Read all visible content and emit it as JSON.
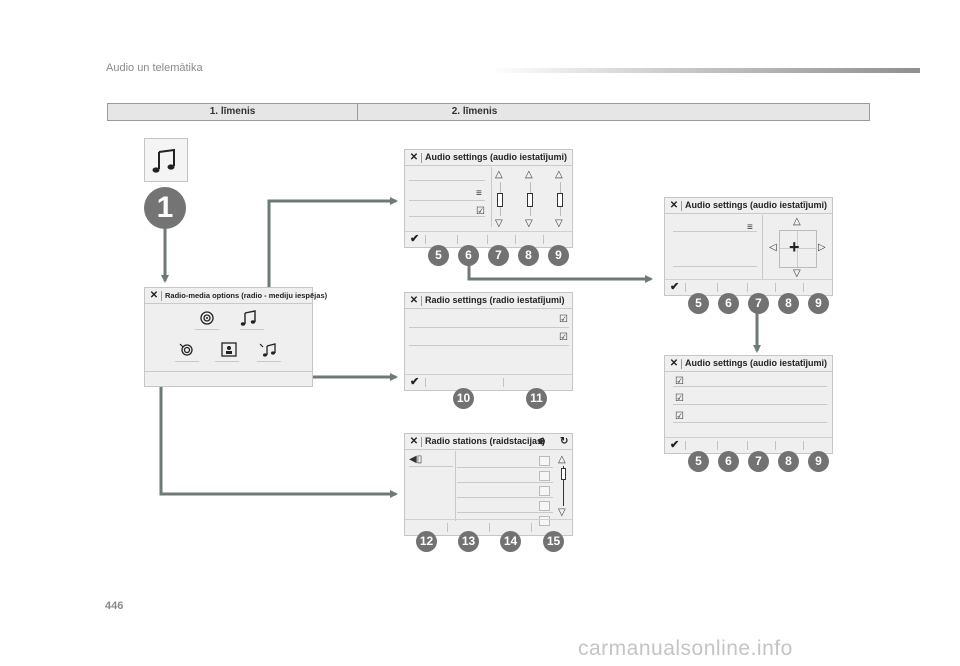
{
  "header": {
    "title": "Audio un telemātika"
  },
  "levels": {
    "level1": "1. līmenis",
    "level2": "2. līmenis"
  },
  "start": {
    "icon": "music-note-icon",
    "number": "1"
  },
  "screens": {
    "media_options": {
      "title": "Radio-media options (radio - mediju iespējas)"
    },
    "audio1": {
      "title": "Audio settings (audio iestatījumi)",
      "badges": [
        "5",
        "6",
        "7",
        "8",
        "9"
      ]
    },
    "radio_settings": {
      "title": "Radio settings (radio iestatījumi)",
      "badges": [
        "10",
        "11"
      ]
    },
    "radio_stations": {
      "title": "Radio stations (raidstacijas)",
      "badges": [
        "12",
        "13",
        "14",
        "15"
      ]
    },
    "audio2": {
      "title": "Audio settings (audio iestatījumi)",
      "badges": [
        "5",
        "6",
        "7",
        "8",
        "9"
      ]
    },
    "audio3": {
      "title": "Audio settings (audio iestatījumi)",
      "badges": [
        "5",
        "6",
        "7",
        "8",
        "9"
      ]
    }
  },
  "page_number": "446",
  "watermark": "carmanualsonline.info",
  "colors": {
    "arrow": "#6e7a78",
    "badge": "#727272",
    "screen_bg": "#efefef"
  }
}
